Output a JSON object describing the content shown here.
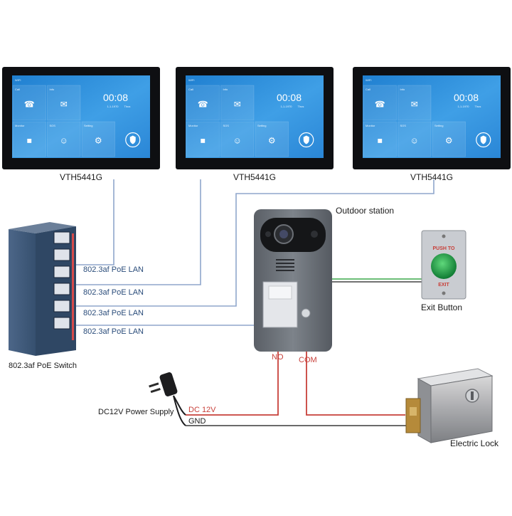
{
  "monitors": [
    {
      "model": "VTH5441G",
      "screen": {
        "status": "WIFI",
        "time": "00:08",
        "date": "1-1-1970",
        "day": "Thus",
        "tiles": [
          "Call",
          "Info",
          "Monitor",
          "SOS",
          "Setting"
        ]
      }
    },
    {
      "model": "VTH5441G",
      "screen": {
        "status": "WIFI",
        "time": "00:08",
        "date": "1-1-1970",
        "day": "Thus",
        "tiles": [
          "Call",
          "Info",
          "Monitor",
          "SOS",
          "Setting"
        ]
      }
    },
    {
      "model": "VTH5441G",
      "screen": {
        "status": "WIFI",
        "time": "00:08",
        "date": "1-1-1970",
        "day": "Thus",
        "tiles": [
          "Call",
          "Info",
          "Monitor",
          "SOS",
          "Setting"
        ]
      }
    }
  ],
  "poe_switch": {
    "label": "802.3af PoE Switch"
  },
  "poe_links": [
    "802.3af PoE LAN",
    "802.3af PoE LAN",
    "802.3af PoE LAN",
    "802.3af PoE LAN"
  ],
  "outdoor_station": {
    "label": "Outdoor station"
  },
  "exit_button": {
    "label": "Exit Button",
    "top_text": "PUSH TO",
    "bottom_text": "EXIT"
  },
  "power_supply": {
    "label": "DC12V Power Supply",
    "dc_label": "DC 12V",
    "gnd_label": "GND"
  },
  "relay_terminals": {
    "no": "NO",
    "com": "COM"
  },
  "electric_lock": {
    "label": "Electric Lock"
  },
  "colors": {
    "lan": "#8fa6cc",
    "dc": "#c8403a",
    "gnd": "#555555",
    "exit_wire_1": "#3ca84a",
    "exit_wire_2": "#444444"
  }
}
